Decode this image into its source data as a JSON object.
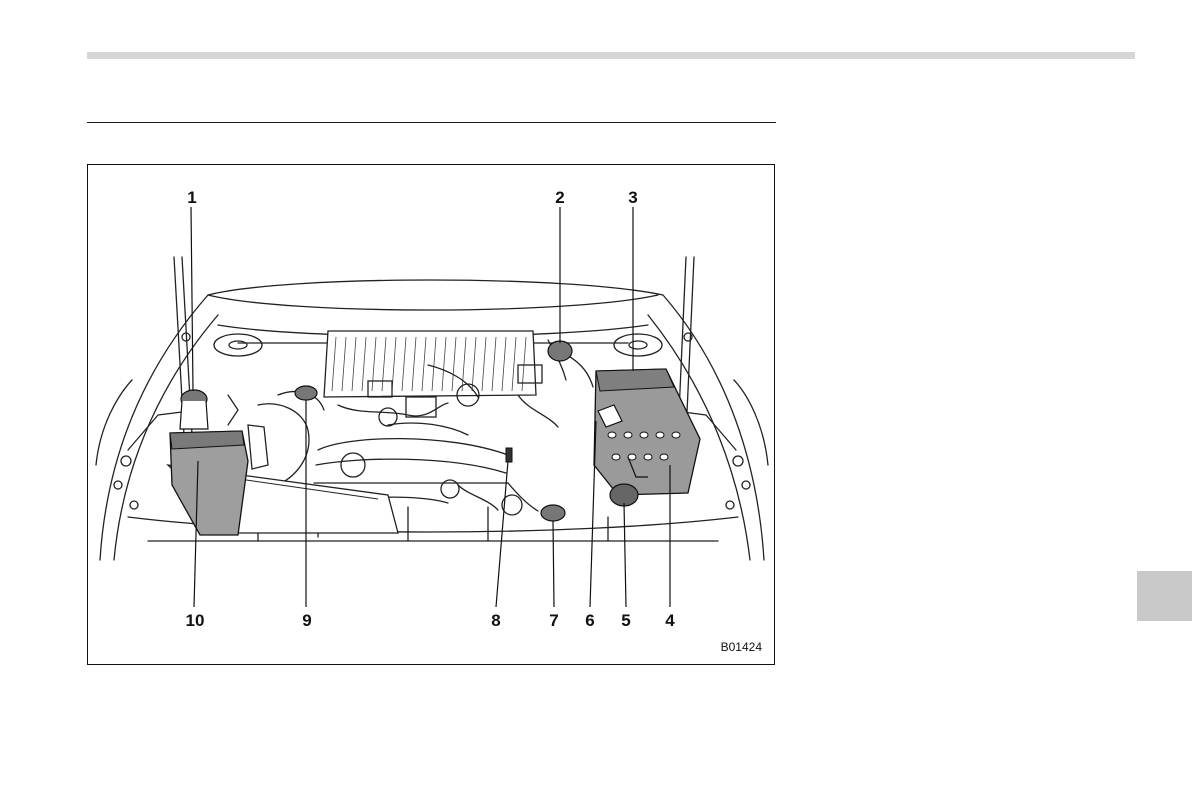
{
  "figure": {
    "id_label": "B01424",
    "callouts": [
      "1",
      "2",
      "3",
      "4",
      "5",
      "6",
      "7",
      "8",
      "9",
      "10"
    ]
  }
}
